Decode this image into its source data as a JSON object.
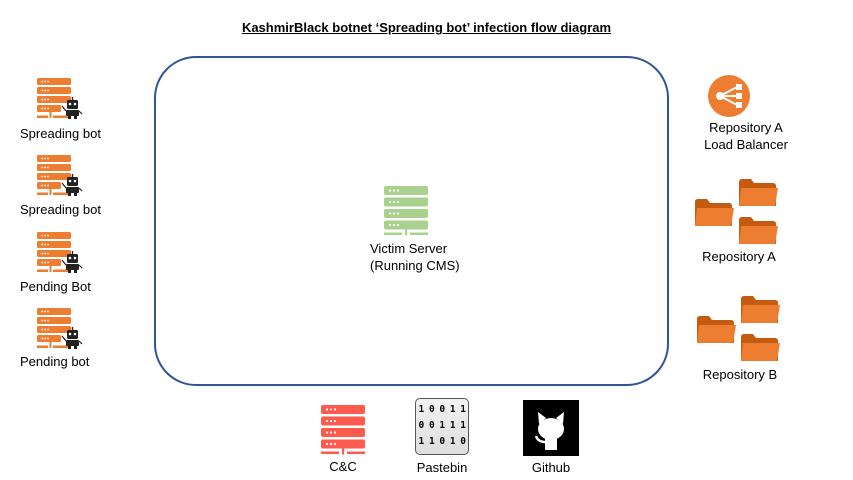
{
  "title": "KashmirBlack botnet ‘Spreading bot’ infection flow diagram",
  "victim": {
    "label_line1": "Victim Server",
    "label_line2": "(Running CMS)"
  },
  "bots": [
    {
      "label": "Spreading bot"
    },
    {
      "label": "Spreading bot"
    },
    {
      "label": "Pending Bot"
    },
    {
      "label": "Pending bot"
    }
  ],
  "load_balancer": {
    "line1": "Repository A",
    "line2": "Load Balancer"
  },
  "repo_a": {
    "label": "Repository A"
  },
  "repo_b": {
    "label": "Repository B"
  },
  "cnc": {
    "label": "C&C"
  },
  "pastebin": {
    "label": "Pastebin",
    "lines": [
      "1 0 0 1 1",
      "0 0 1 1 1",
      "1 1 0 1 0"
    ]
  },
  "github": {
    "label": "Github"
  },
  "colors": {
    "server_orange": "#ed7d31",
    "victim_green": "#a9d18e",
    "cnc_red": "#ff5a4e",
    "frame_blue": "#2f5597"
  }
}
